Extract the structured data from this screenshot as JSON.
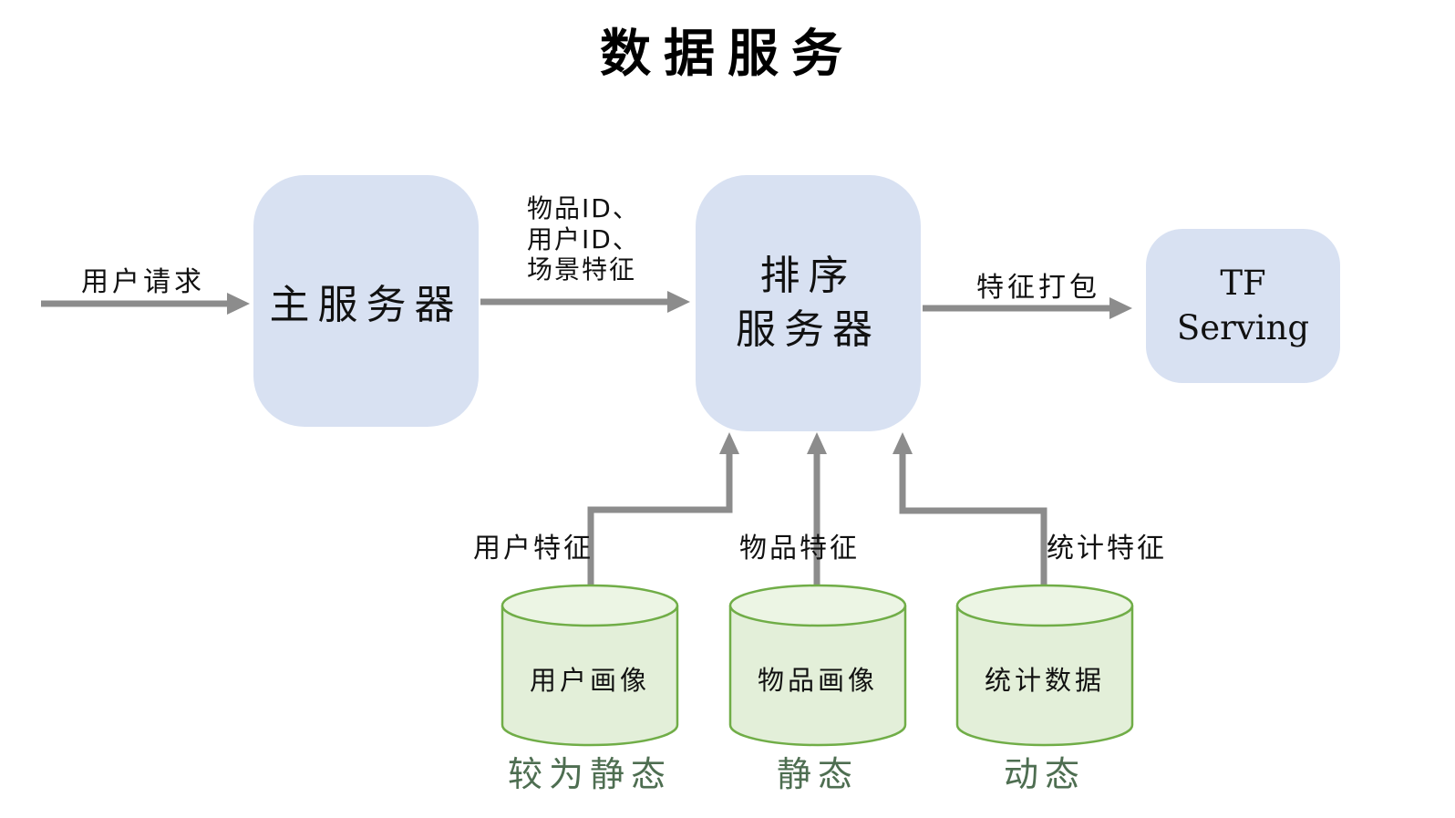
{
  "title": "数据服务",
  "nodes": {
    "main_server": {
      "label": "主服务器"
    },
    "ranking_server": {
      "line1": "排序",
      "line2": "服务器"
    },
    "tf_serving": {
      "line1": "TF",
      "line2": "Serving"
    }
  },
  "edges": {
    "user_request": {
      "label": "用户请求"
    },
    "request_payload": {
      "line1": "物品ID、",
      "line2": "用户ID、",
      "line3": "场景特征"
    },
    "feature_pack": {
      "label": "特征打包"
    },
    "user_features": {
      "label": "用户特征"
    },
    "item_features": {
      "label": "物品特征"
    },
    "stat_features": {
      "label": "统计特征"
    }
  },
  "databases": [
    {
      "label": "用户画像",
      "caption": "较为静态"
    },
    {
      "label": "物品画像",
      "caption": "静态"
    },
    {
      "label": "统计数据",
      "caption": "动态"
    }
  ],
  "colors": {
    "node_fill": "#d8e1f2",
    "db_fill": "#e3efd9",
    "db_top_fill": "#ecf5e4",
    "db_stroke": "#70ad47",
    "arrow": "#8c8c8c",
    "caption_text": "#4e6e51",
    "text": "#111111"
  }
}
